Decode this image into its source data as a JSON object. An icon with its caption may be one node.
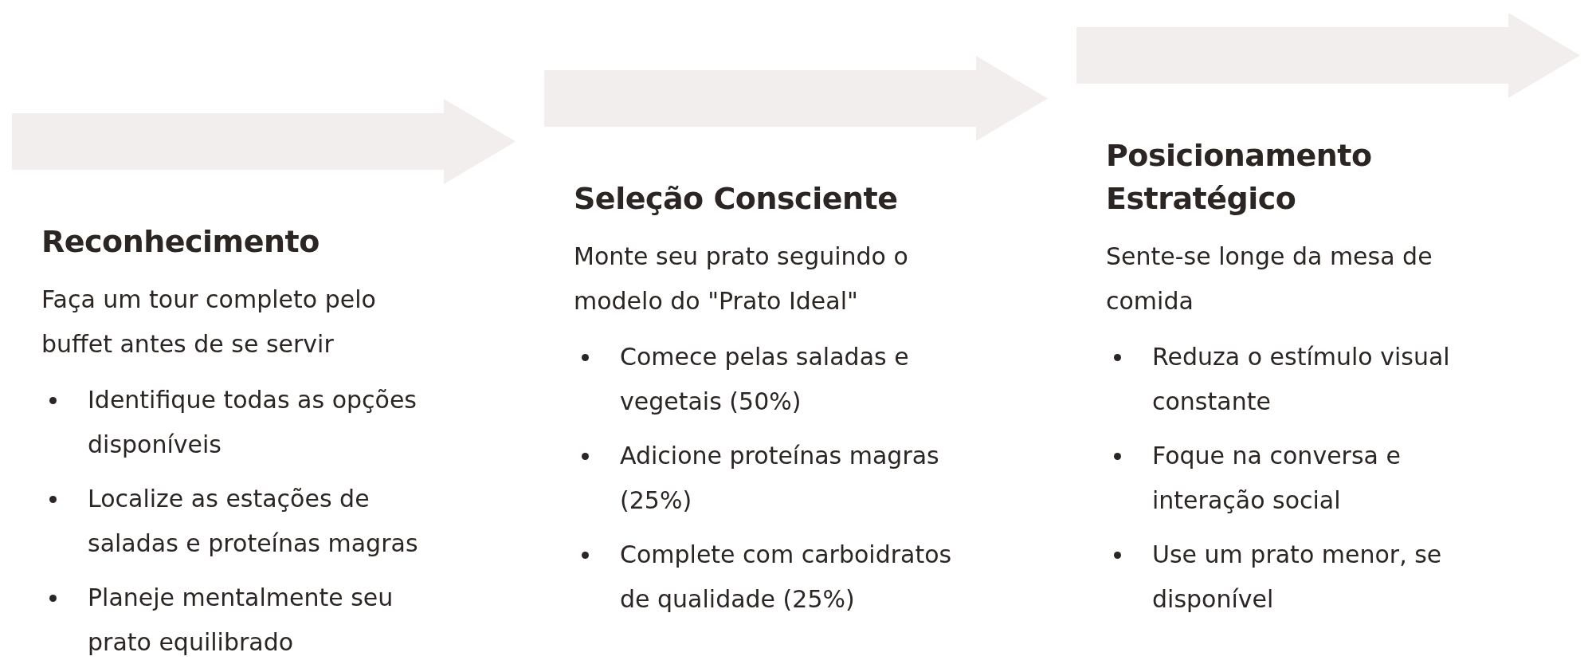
{
  "diagram": {
    "nodes": [
      {
        "text": [
          "Reconhecimento",
          "Faça um tour completo pelo buffet antes de se servir",
          "Identifique todas as opções disponíveis",
          "Localize as estações de saladas e proteínas magras",
          "Planeje mentalmente seu prato equilibrado"
        ]
      },
      {
        "text": [
          "Seleção Consciente",
          "Monte seu prato seguindo o modelo do \"Prato Ideal\"",
          "Comece pelas saladas e vegetais (50%)",
          "Adicione proteínas magras (25%)",
          "Complete com carboidratos de qualidade (25%)"
        ]
      },
      {
        "text": [
          "Posicionamento Estratégico",
          "Sente-se longe da mesa de comida",
          "Reduza o estímulo visual constante",
          "Foque na conversa e interação social",
          "Use um prato menor, se disponível"
        ]
      }
    ]
  }
}
